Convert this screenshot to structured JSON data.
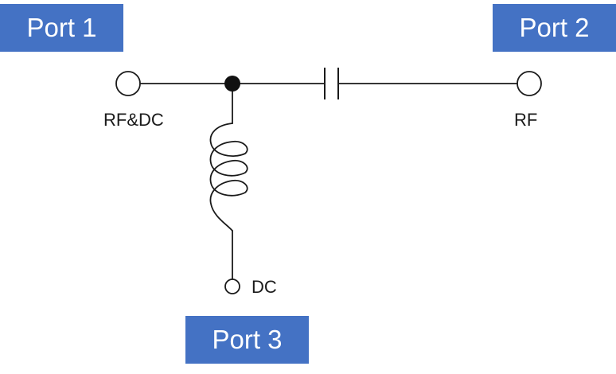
{
  "ports": {
    "port1": "Port 1",
    "port2": "Port 2",
    "port3": "Port 3"
  },
  "terminals": {
    "rf_dc": "RF&DC",
    "rf": "RF",
    "dc": "DC"
  },
  "colors": {
    "badge_bg": "#4472C4",
    "badge_text": "#ffffff",
    "wire": "#1a1a1a"
  },
  "icons": {
    "terminal": "open-circle-terminal",
    "junction": "filled-junction-dot",
    "capacitor": "capacitor-symbol",
    "inductor": "inductor-coil-symbol"
  }
}
